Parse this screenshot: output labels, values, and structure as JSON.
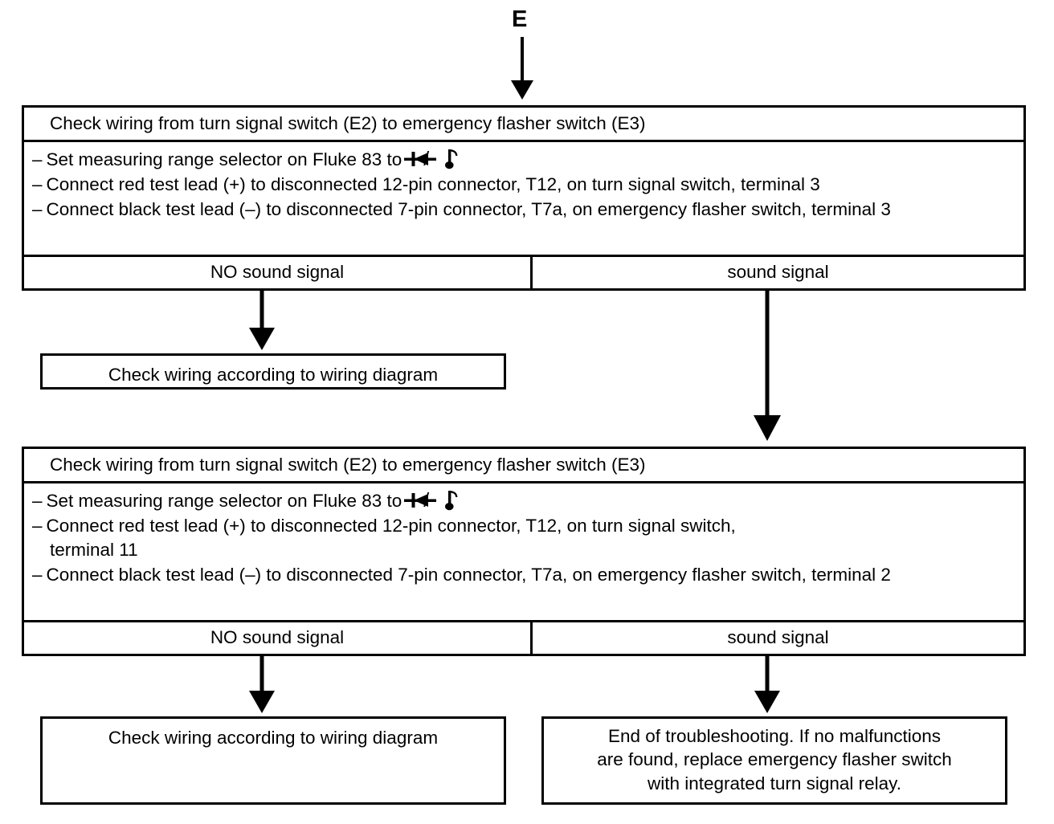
{
  "diagram": {
    "type": "troubleshooting-flowchart",
    "entry_label": "E",
    "symbols": {
      "diode_continuity": "diode-continuity-icon",
      "beep_note": "musical-note-icon",
      "separator": "/"
    },
    "blocks": [
      {
        "id": "test-block-1",
        "header": "Check wiring from turn signal switch (E2) to emergency flasher switch (E3)",
        "steps": [
          {
            "dash": "–",
            "text_before_symbol": "Set measuring range selector on Fluke 83 to",
            "has_symbol": true,
            "text_after_symbol": ""
          },
          {
            "dash": "–",
            "text_before_symbol": "Connect red test lead (+) to disconnected 12-pin connector, T12, on turn signal switch, terminal 3",
            "has_symbol": false,
            "text_after_symbol": ""
          },
          {
            "dash": "–",
            "text_before_symbol": "Connect black test lead (–) to disconnected 7-pin connector, T7a, on emergency flasher switch, terminal 3",
            "has_symbol": false,
            "text_after_symbol": ""
          }
        ],
        "results": {
          "left": "NO sound signal",
          "right": "sound signal"
        }
      },
      {
        "id": "test-block-2",
        "header": "Check wiring from turn signal switch (E2) to emergency flasher switch (E3)",
        "steps": [
          {
            "dash": "–",
            "text_before_symbol": "Set measuring range selector on Fluke 83 to",
            "has_symbol": true,
            "text_after_symbol": ""
          },
          {
            "dash": "–",
            "text_before_symbol": "Connect red test lead (+) to disconnected 12-pin connector, T12, on turn signal switch, terminal 11",
            "has_symbol": false,
            "text_after_symbol": ""
          },
          {
            "dash": "–",
            "text_before_symbol": "Connect black test lead (–) to disconnected 7-pin connector, T7a, on emergency flasher switch, terminal 2",
            "has_symbol": false,
            "text_after_symbol": ""
          }
        ],
        "results": {
          "left": "NO sound signal",
          "right": "sound signal"
        }
      }
    ],
    "outcomes": {
      "outcome_1": "Check wiring according to wiring diagram",
      "outcome_2": "Check wiring according to wiring diagram",
      "outcome_3_line_1": "End of troubleshooting. If no malfunctions",
      "outcome_3_line_2": "are found, replace emergency flasher switch",
      "outcome_3_line_3": "with integrated turn signal relay."
    },
    "colors": {
      "ink": "#000000",
      "paper": "#ffffff"
    }
  }
}
